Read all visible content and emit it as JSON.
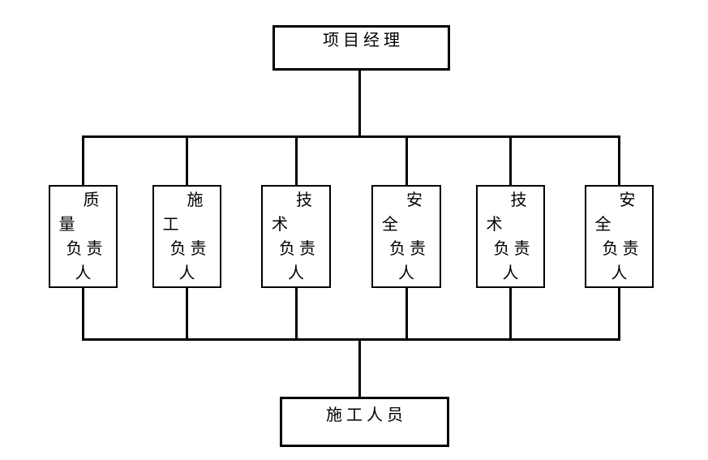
{
  "diagram": {
    "colors": {
      "line": "#000000",
      "background": "#ffffff",
      "text": "#000000"
    },
    "root": {
      "label": "项目经理"
    },
    "middle_boxes": [
      {
        "label": "质量负责人",
        "lines": [
          "质",
          "量",
          "负责",
          "人"
        ]
      },
      {
        "label": "施工负责人",
        "lines": [
          "施",
          "工",
          "负责",
          "人"
        ]
      },
      {
        "label": "技术负责人",
        "lines": [
          "技",
          "术",
          "负责",
          "人"
        ]
      },
      {
        "label": "安全负责人",
        "lines": [
          "安",
          "全",
          "负责",
          "人"
        ]
      },
      {
        "label": "技术负责人",
        "lines": [
          "技",
          "术",
          "负责",
          "人"
        ]
      },
      {
        "label": "安全负责人",
        "lines": [
          "安",
          "全",
          "负责",
          "人"
        ]
      }
    ],
    "bottom": {
      "label": "施工人员"
    }
  }
}
